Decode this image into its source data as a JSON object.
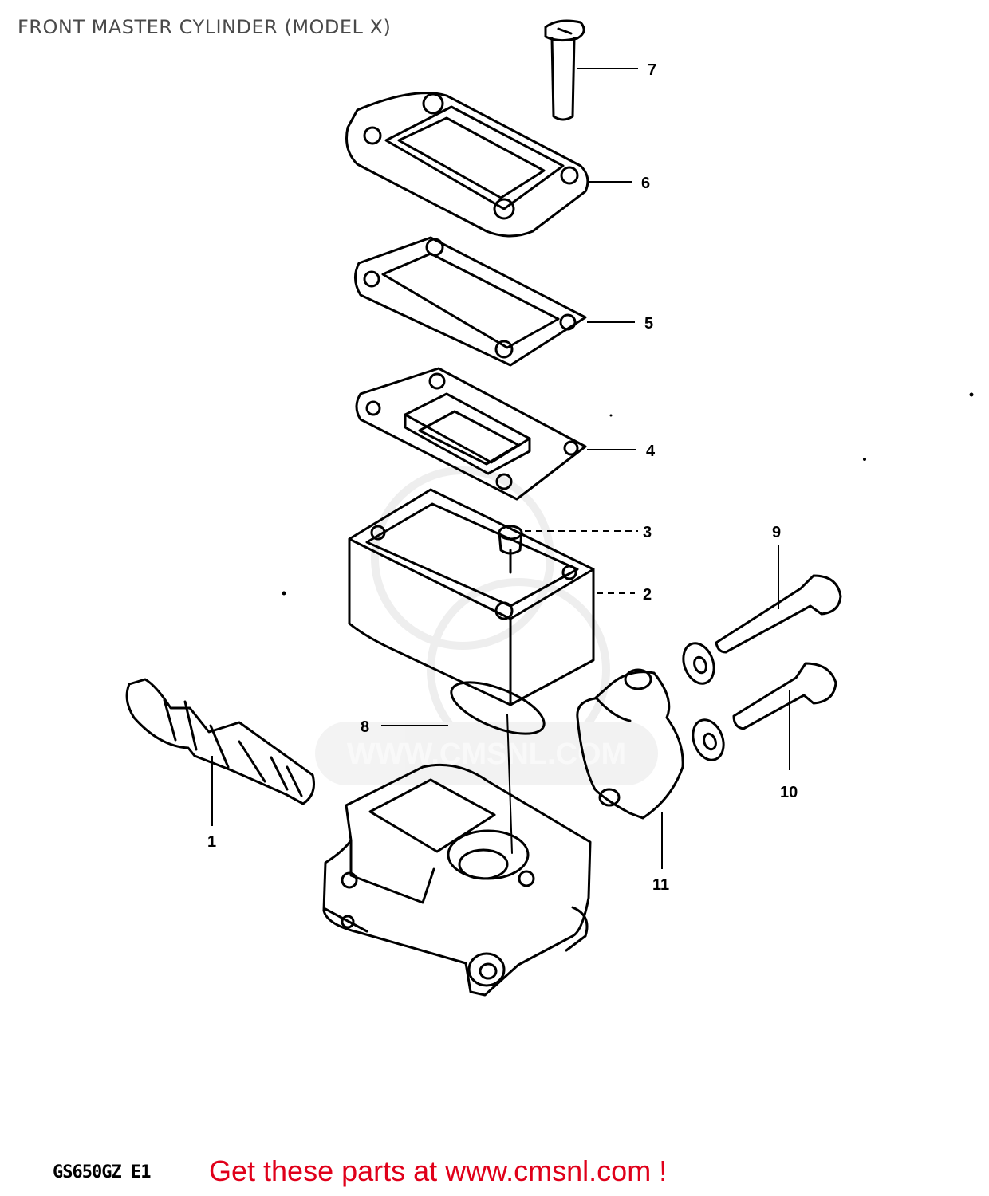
{
  "header": {
    "title": "FRONT MASTER CYLINDER (MODEL X)"
  },
  "watermark": {
    "text": "WWW.CMSNL.COM"
  },
  "parts": [
    {
      "number": "1"
    },
    {
      "number": "2"
    },
    {
      "number": "3"
    },
    {
      "number": "4"
    },
    {
      "number": "5"
    },
    {
      "number": "6"
    },
    {
      "number": "7"
    },
    {
      "number": "8"
    },
    {
      "number": "9"
    },
    {
      "number": "10"
    },
    {
      "number": "11"
    }
  ],
  "footer": {
    "diagram_code": "GS650GZ E1",
    "cta": "Get these parts at www.cmsnl.com !",
    "cta_color": "#e0001a"
  }
}
